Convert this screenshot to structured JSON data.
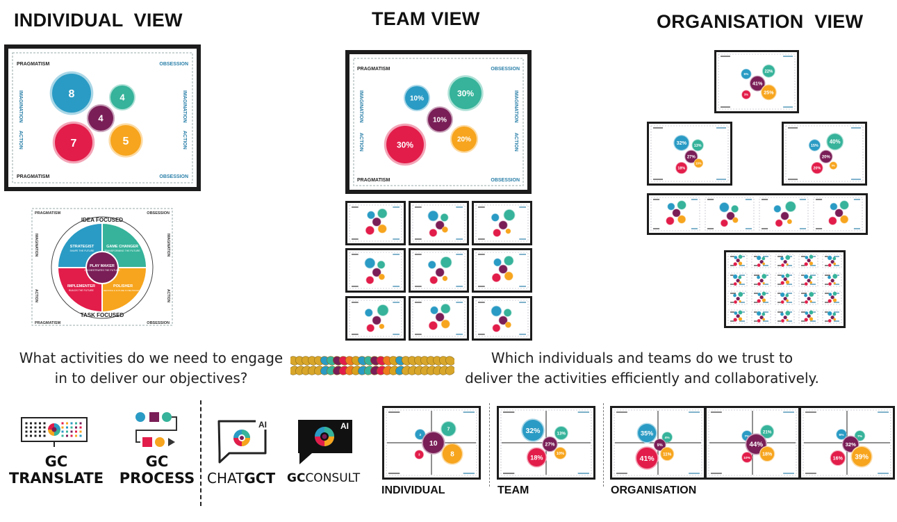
{
  "headings": {
    "individual": "INDIVIDUAL  VIEW",
    "team": "TEAM VIEW",
    "organisation": "ORGANISATION  VIEW"
  },
  "quadrant_labels": {
    "top_left": "PRAGMATISM",
    "top_right": "OBSESSION",
    "bottom_left": "PRAGMATISM",
    "bottom_right": "OBSESSION",
    "left_top": "IMAGINATION",
    "left_bottom": "ACTION",
    "right_top": "IMAGINATION",
    "right_bottom": "ACTION"
  },
  "individual_chart": {
    "bubbles": [
      {
        "label": "8",
        "color": "#2a9bc4"
      },
      {
        "label": "4",
        "color": "#36b39a"
      },
      {
        "label": "4",
        "color": "#7a1e57"
      },
      {
        "label": "7",
        "color": "#e21d4a"
      },
      {
        "label": "5",
        "color": "#f7a51e"
      }
    ]
  },
  "team_chart": {
    "bubbles": [
      {
        "label": "10%",
        "color": "#2a9bc4"
      },
      {
        "label": "30%",
        "color": "#36b39a"
      },
      {
        "label": "10%",
        "color": "#7a1e57"
      },
      {
        "label": "30%",
        "color": "#e21d4a"
      },
      {
        "label": "20%",
        "color": "#f7a51e"
      }
    ]
  },
  "wheel": {
    "top_label": "IDEA FOCUSED",
    "bottom_label": "TASK FOCUSED",
    "corner_top_left": "PRAGMATISM",
    "corner_top_right": "OBSESSION",
    "corner_bottom_left": "PRAGMATISM",
    "corner_bottom_right": "OBSESSION",
    "side_left_top": "IMAGINATION",
    "side_left_bottom": "ACTION",
    "side_right_top": "IMAGINATION",
    "side_right_bottom": "ACTION",
    "segments": [
      {
        "title": "STRATEGIST",
        "subtitle": "SHAPE THE FUTURE",
        "color": "#2a9bc4"
      },
      {
        "title": "GAME CHANGER",
        "subtitle": "TRANSFORMING THE FUTURE",
        "color": "#36b39a"
      },
      {
        "title": "IMPLEMENTER",
        "subtitle": "BUILDS THE FUTURE",
        "color": "#e21d4a"
      },
      {
        "title": "POLISHER",
        "subtitle": "REFINING & FUTURE TO BE PROUD OF",
        "color": "#f7a51e"
      }
    ],
    "center": {
      "title": "PLAY MAKER",
      "subtitle": "ORCHESTRATES THE FUTURE",
      "color": "#7a1e57"
    }
  },
  "org_charts": {
    "top": {
      "bubbles": [
        "5%",
        "22%",
        "41%",
        "3%",
        "25%"
      ]
    },
    "mid_left": {
      "bubbles": [
        "32%",
        "13%",
        "27%",
        "18%",
        "10%"
      ]
    },
    "mid_right": {
      "bubbles": [
        "15%",
        "40%",
        "20%",
        "20%",
        "5%"
      ]
    }
  },
  "questions": {
    "left_line1": "What activities do we need to engage",
    "left_line2": "in to deliver our objectives?",
    "right_line1": "Which individuals and teams do we trust to",
    "right_line2": "deliver the activities efficiently and collaboratively."
  },
  "logos": {
    "translate_line1": "GC",
    "translate_line2": "TRANSLATE",
    "process_line1": "GC",
    "process_line2": "PROCESS",
    "chatgct_prefix": "CHAT",
    "chatgct_suffix": "GCT",
    "gcconsult_prefix": "GC",
    "gcconsult_suffix": "CONSULT",
    "ai_badge": "AI"
  },
  "bottom_views": {
    "individual": {
      "label": "INDIVIDUAL",
      "bubbles": [
        "3",
        "7",
        "10",
        "3",
        "8"
      ]
    },
    "team": {
      "label": "TEAM",
      "bubbles": [
        "32%",
        "13%",
        "27%",
        "18%",
        "10%"
      ]
    },
    "organisation": {
      "label": "ORGANISATION",
      "charts": [
        {
          "bubbles": [
            "35%",
            "4%",
            "9%",
            "41%",
            "11%"
          ]
        },
        {
          "bubbles": [
            "7%",
            "21%",
            "44%",
            "10%",
            "18%"
          ]
        },
        {
          "bubbles": [
            "6%",
            "7%",
            "32%",
            "16%",
            "39%"
          ]
        }
      ]
    }
  },
  "colors": {
    "blue": "#2a9bc4",
    "teal": "#36b39a",
    "plum": "#7a1e57",
    "red": "#e21d4a",
    "orange": "#f7a51e",
    "accent_text": "#2a7fa8"
  }
}
